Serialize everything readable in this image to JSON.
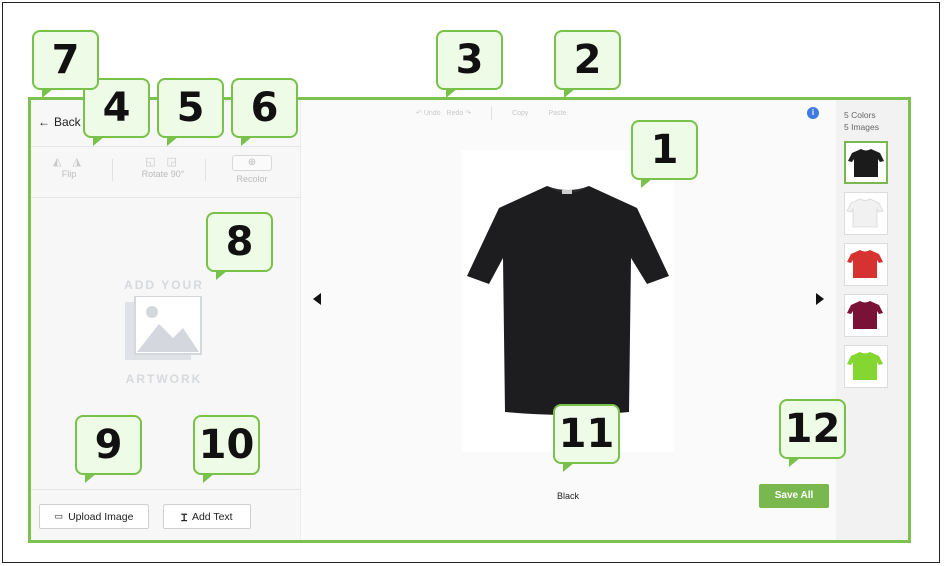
{
  "header": {
    "back_label": "Back"
  },
  "edit_tools": {
    "flip": "Flip",
    "rotate": "Rotate 90°",
    "recolor": "Recolor"
  },
  "history": {
    "undo": "Undo",
    "redo": "Redo",
    "copy": "Copy",
    "paste": "Paste"
  },
  "artwork": {
    "line1": "ADD YOUR",
    "line2": "ARTWORK"
  },
  "bottom_buttons": {
    "upload": "Upload Image",
    "add_text": "Add Text"
  },
  "product": {
    "color_label": "Black",
    "save_label": "Save All"
  },
  "sidebar": {
    "colors_count": "5 Colors",
    "images_count": "5 Images",
    "swatches": [
      {
        "name": "black",
        "color": "#1b1b1b",
        "selected": true
      },
      {
        "name": "white",
        "color": "#f1f1f1",
        "selected": false
      },
      {
        "name": "red",
        "color": "#d63232",
        "selected": false
      },
      {
        "name": "maroon",
        "color": "#7a1238",
        "selected": false
      },
      {
        "name": "lime",
        "color": "#84d631",
        "selected": false
      }
    ]
  },
  "callouts": [
    "1",
    "2",
    "3",
    "4",
    "5",
    "6",
    "7",
    "8",
    "9",
    "10",
    "11",
    "12"
  ],
  "icons": {
    "back": "arrow-left-icon",
    "info": "info-icon",
    "upload": "image-icon",
    "text": "text-cursor-icon"
  },
  "colors": {
    "accent": "#79b84e",
    "callout_border": "#78c14a",
    "info_blue": "#3e7be0"
  }
}
